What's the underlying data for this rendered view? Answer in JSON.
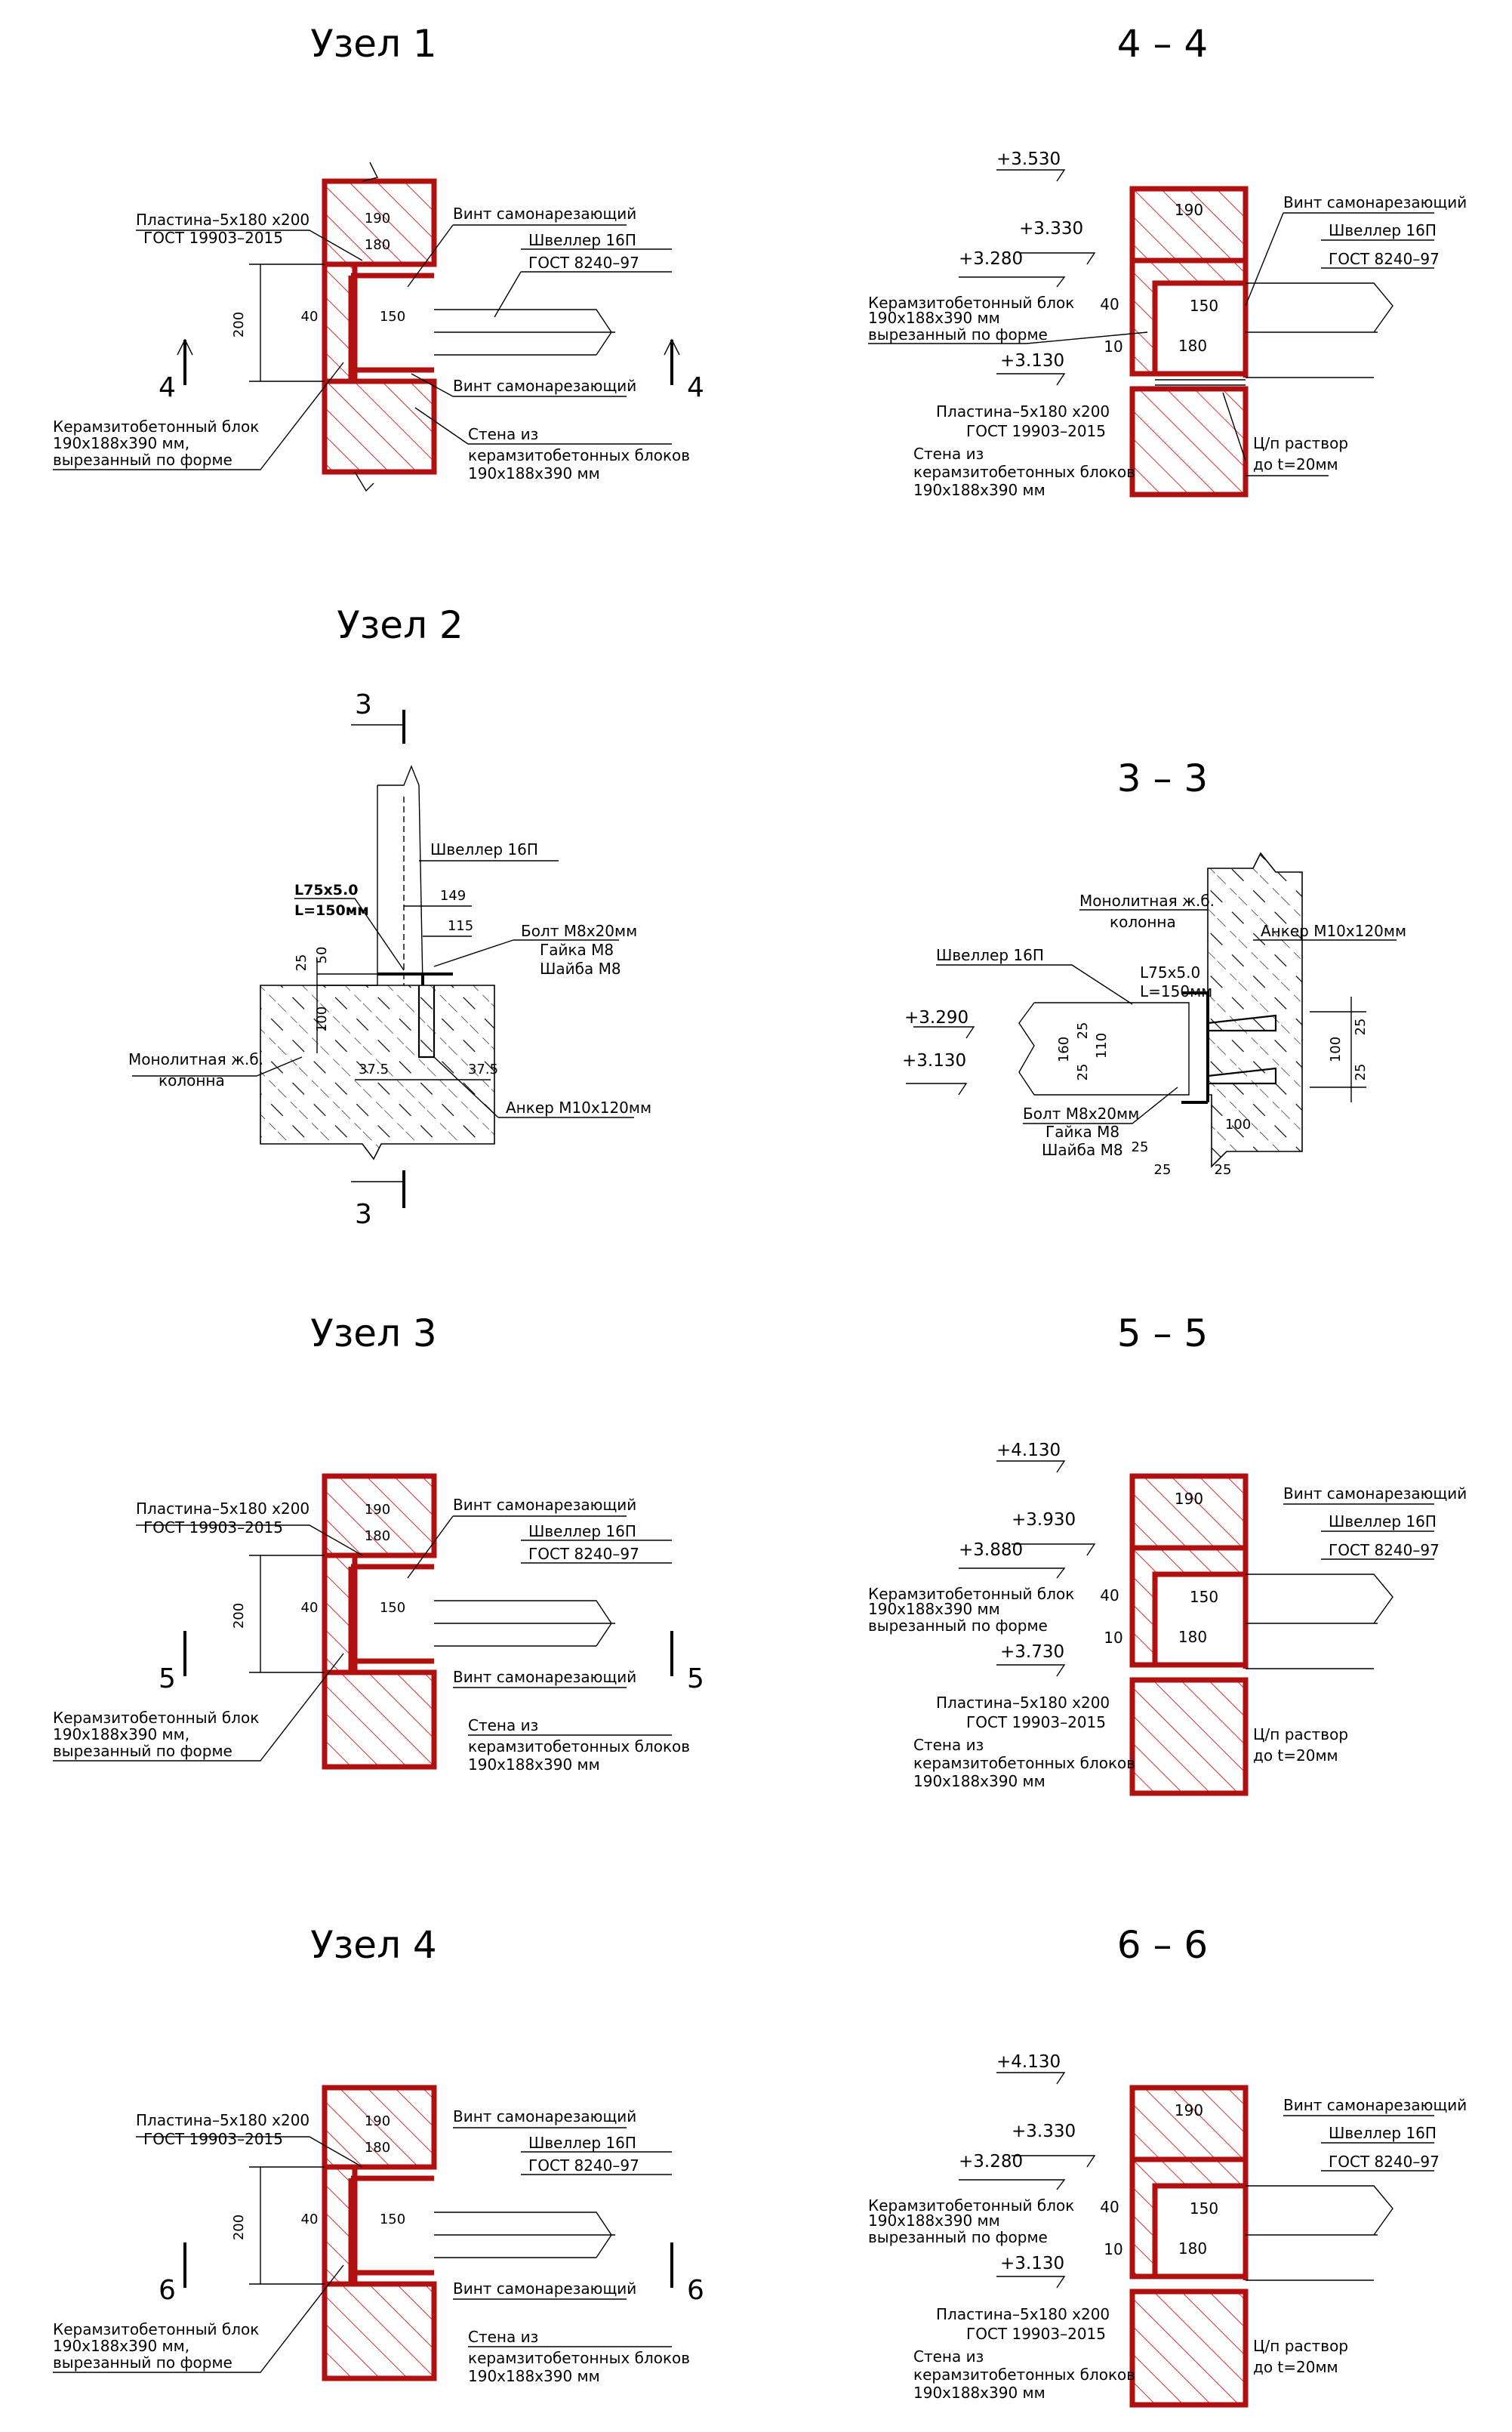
{
  "colors": {
    "wall_red": "#b01010",
    "hatch_red": "#d03030",
    "line": "#000000",
    "background": "#ffffff"
  },
  "titles": {
    "node1": "Узел 1",
    "s44": "4 – 4",
    "node2": "Узел 2",
    "s33": "3 – 3",
    "node3": "Узел 3",
    "s55": "5 – 5",
    "node4": "Узел 4",
    "s66": "6 – 6"
  },
  "labels": {
    "plate1": "Пластина–5х180 х200",
    "plate2": "ГОСТ 19903–2015",
    "screw": "Винт самонарезающий",
    "channel1": "Швеллер 16П",
    "channel2": "ГОСТ 8240–97",
    "block1": "Керамзитобетонный блок",
    "block2": "190х188х390 мм,",
    "block2b": "190х188х390 мм",
    "block3": "вырезанный по форме",
    "wall1": "Стена из",
    "wall2": "керамзитобетонных блоков",
    "wall3": "190х188х390 мм",
    "mortar1": "Ц/п раствор",
    "mortar2": "до t=20мм",
    "column1": "Монолитная ж.б.",
    "column2": "колонна",
    "angle1": "L75х5.0",
    "angle2": "L=150мм",
    "bolt1": "Болт М8х20мм",
    "bolt2": "Гайка М8",
    "bolt3": "Шайба М8",
    "anchor": "Анкер М10х120мм"
  },
  "dims": {
    "d190": "190",
    "d180": "180",
    "d150": "150",
    "d200": "200",
    "d40": "40",
    "d10": "10",
    "d149": "149",
    "d115": "115",
    "d25": "25",
    "d50": "50",
    "d100": "100",
    "d37": "37.5",
    "d160": "160",
    "d110": "110"
  },
  "cuts": {
    "c3": "3",
    "c4": "4",
    "c5": "5",
    "c6": "6"
  },
  "levels": {
    "s44": [
      "+3.530",
      "+3.330",
      "+3.280",
      "+3.130"
    ],
    "s55": [
      "+4.130",
      "+3.930",
      "+3.880",
      "+3.730"
    ],
    "s66": [
      "+4.130",
      "+3.330",
      "+3.280",
      "+3.130"
    ],
    "s33": [
      "+3.290",
      "+3.130"
    ]
  }
}
